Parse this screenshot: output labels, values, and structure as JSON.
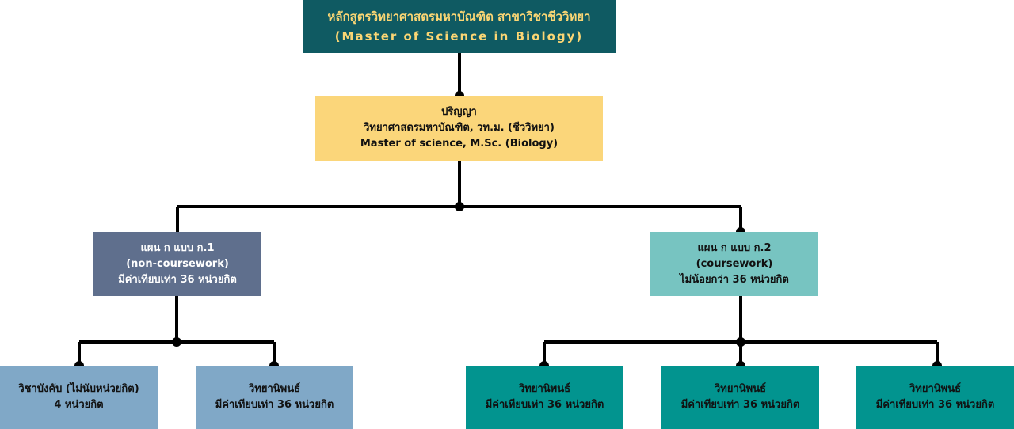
{
  "root": {
    "title_th": "หลักสูตรวิทยาศาสตรมหาบัณฑิต สาขาวิชาชีววิทยา",
    "title_en": "(Master of Science in Biology)"
  },
  "degree": {
    "heading": "ปริญญา",
    "name_th": "วิทยาศาสตรมหาบัณฑิต, วท.ม. (ชีววิทยา)",
    "name_en": "Master of science, M.Sc. (Biology)"
  },
  "plan1": {
    "line1": "แผน ก แบบ ก.1",
    "line2": "(non-coursework)",
    "line3": "มีค่าเทียบเท่า 36 หน่วยกิต"
  },
  "plan2": {
    "line1": "แผน ก แบบ ก.2",
    "line2": "(coursework)",
    "line3": "ไม่น้อยกว่า 36 หน่วยกิต"
  },
  "leaves": [
    {
      "line1": "วิชาบังคับ (ไม่นับหน่วยกิต)",
      "line2": "4 หน่วยกิต"
    },
    {
      "line1": "วิทยานิพนธ์",
      "line2": "มีค่าเทียบเท่า 36 หน่วยกิต"
    },
    {
      "line1": "วิทยานิพนธ์",
      "line2": "มีค่าเทียบเท่า 36 หน่วยกิต"
    },
    {
      "line1": "วิทยานิพนธ์",
      "line2": "มีค่าเทียบเท่า 36 หน่วยกิต"
    },
    {
      "line1": "วิทยานิพนธ์",
      "line2": "มีค่าเทียบเท่า 36 หน่วยกิต"
    }
  ],
  "colors": {
    "root_bg": "#0f5a62",
    "root_text": "#fbd674",
    "degree_bg": "#fbd67a",
    "plan1_bg": "#5f6f8d",
    "plan2_bg": "#77c4c1",
    "leaf_light_bg": "#80a8c7",
    "leaf_teal_bg": "#02948f",
    "connector": "#000000"
  }
}
